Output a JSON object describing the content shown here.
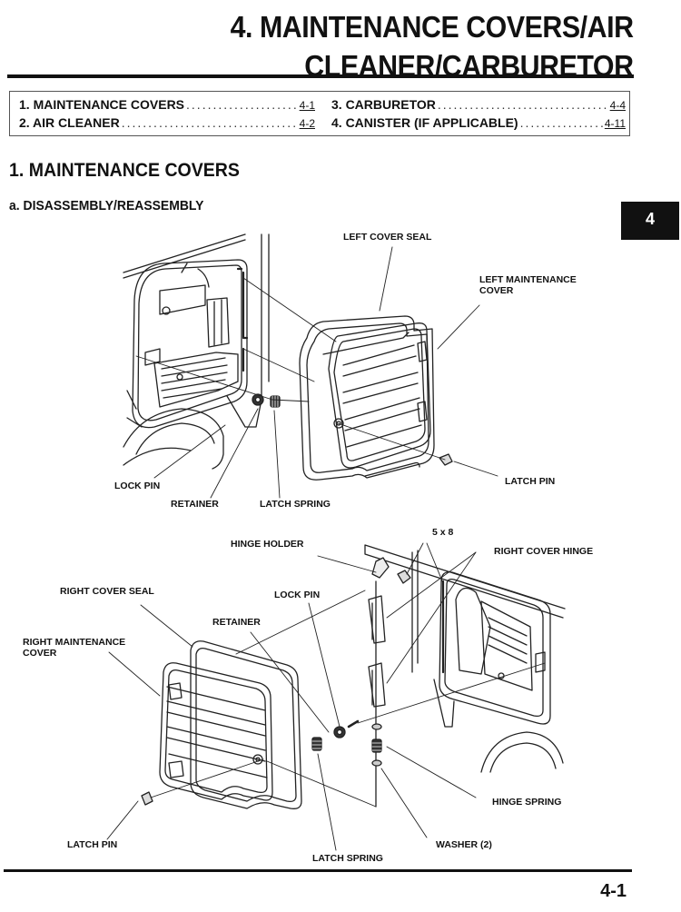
{
  "header": {
    "title_line1": "4. MAINTENANCE COVERS/AIR",
    "title_line2": "CLEANER/CARBURETOR"
  },
  "toc": {
    "items": [
      {
        "label": "1. MAINTENANCE COVERS",
        "page": "4-1"
      },
      {
        "label": "2. AIR CLEANER",
        "page": "4-2"
      },
      {
        "label": "3. CARBURETOR",
        "page": "4-4"
      },
      {
        "label": "4. CANISTER (IF APPLICABLE)",
        "page": "4-11"
      }
    ]
  },
  "section": {
    "heading": "1. MAINTENANCE COVERS",
    "subheading": "a. DISASSEMBLY/REASSEMBLY"
  },
  "chapter_tab": "4",
  "figure_top": {
    "labels": {
      "left_cover_seal": "LEFT COVER SEAL",
      "left_maintenance_cover_1": "LEFT MAINTENANCE",
      "left_maintenance_cover_2": "COVER",
      "latch_pin": "LATCH PIN",
      "lock_pin": "LOCK PIN",
      "retainer": "RETAINER",
      "latch_spring": "LATCH SPRING"
    }
  },
  "figure_bottom": {
    "labels": {
      "bolt_size": "5 x 8",
      "hinge_holder": "HINGE HOLDER",
      "right_cover_hinge": "RIGHT COVER HINGE",
      "right_cover_seal": "RIGHT COVER SEAL",
      "lock_pin": "LOCK PIN",
      "retainer": "RETAINER",
      "right_maintenance_cover_1": "RIGHT MAINTENANCE",
      "right_maintenance_cover_2": "COVER",
      "hinge_spring": "HINGE SPRING",
      "latch_pin": "LATCH PIN",
      "washer": "WASHER (2)",
      "latch_spring": "LATCH SPRING"
    }
  },
  "footer": {
    "page_number": "4-1"
  }
}
